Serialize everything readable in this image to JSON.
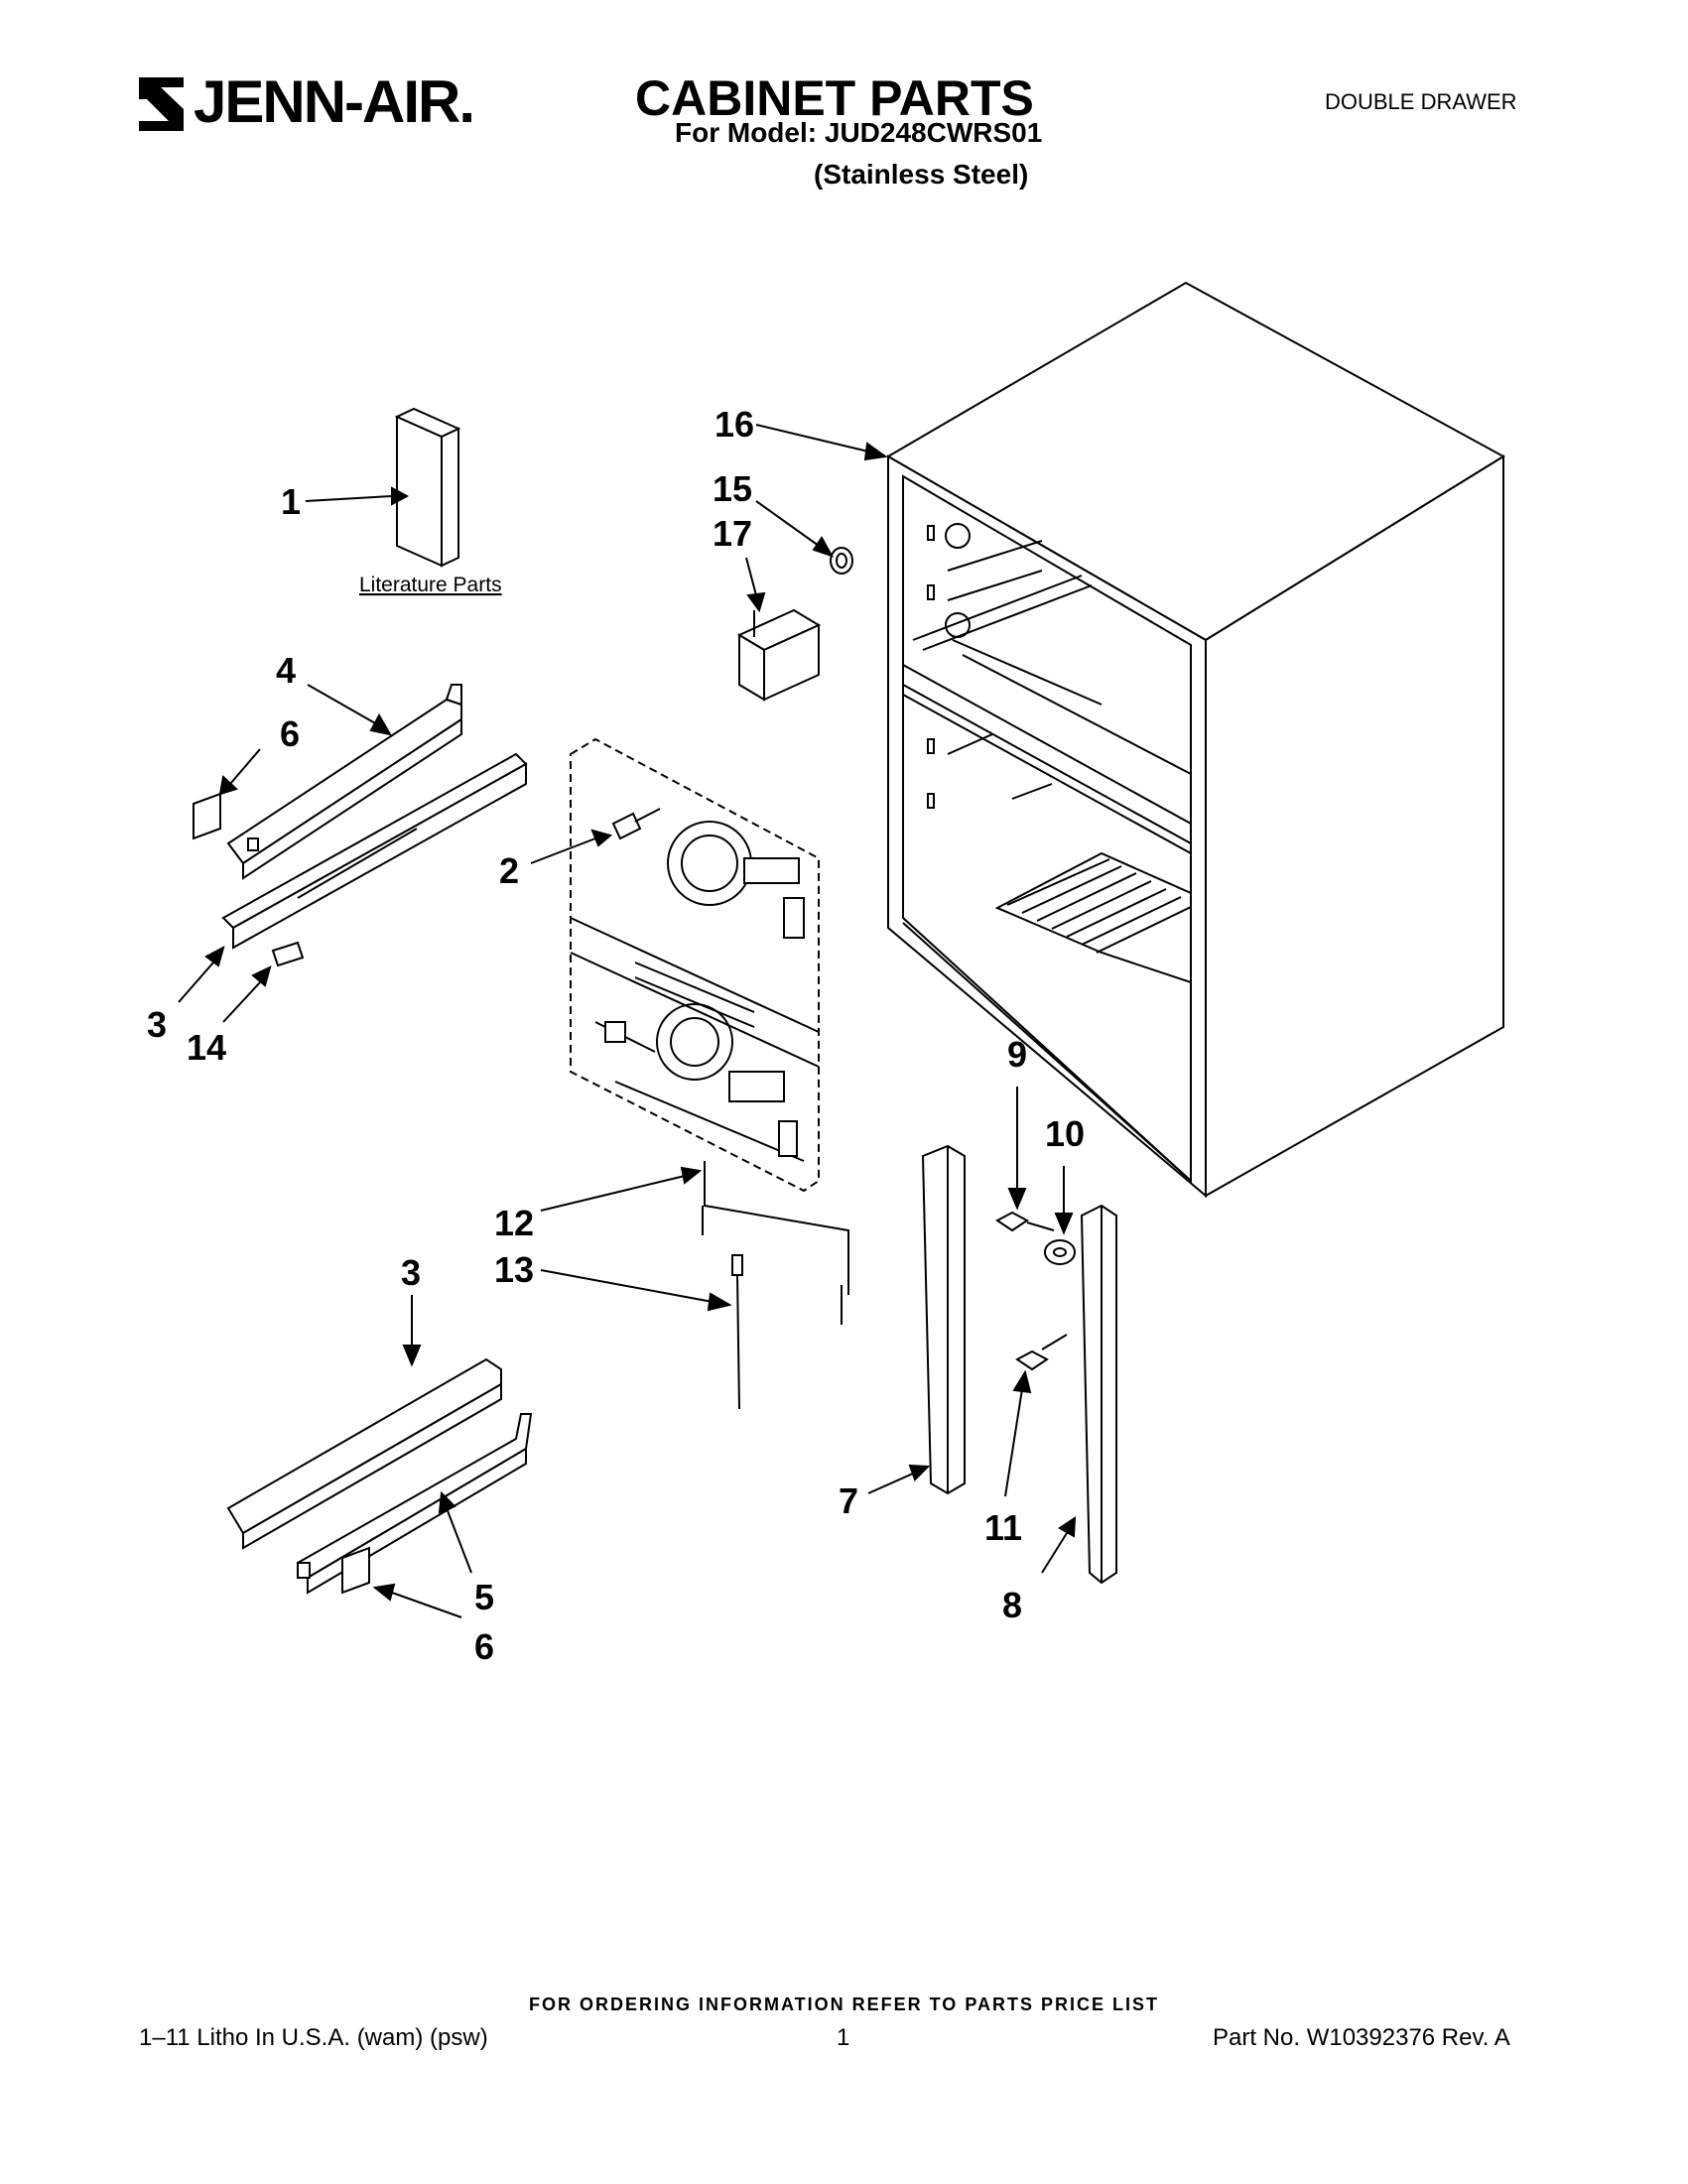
{
  "header": {
    "brand": "JENN-AIR.",
    "title": "CABINET PARTS",
    "model_line": "For Model: JUD248CWRS01",
    "finish_line": "(Stainless Steel)",
    "drawer_type": "DOUBLE DRAWER"
  },
  "diagram": {
    "literature_label": "Literature Parts",
    "callouts": {
      "c1": "1",
      "c2": "2",
      "c3a": "3",
      "c3b": "3",
      "c4": "4",
      "c5": "5",
      "c6a": "6",
      "c6b": "6",
      "c7": "7",
      "c8": "8",
      "c9": "9",
      "c10": "10",
      "c11": "11",
      "c12": "12",
      "c13": "13",
      "c14": "14",
      "c15": "15",
      "c16": "16",
      "c17": "17"
    }
  },
  "footer": {
    "ordering_info": "FOR ORDERING INFORMATION REFER TO PARTS PRICE LIST",
    "litho": "1–11 Litho In U.S.A. (wam) (psw)",
    "page_number": "1",
    "part_number": "Part No. W10392376 Rev. A"
  }
}
